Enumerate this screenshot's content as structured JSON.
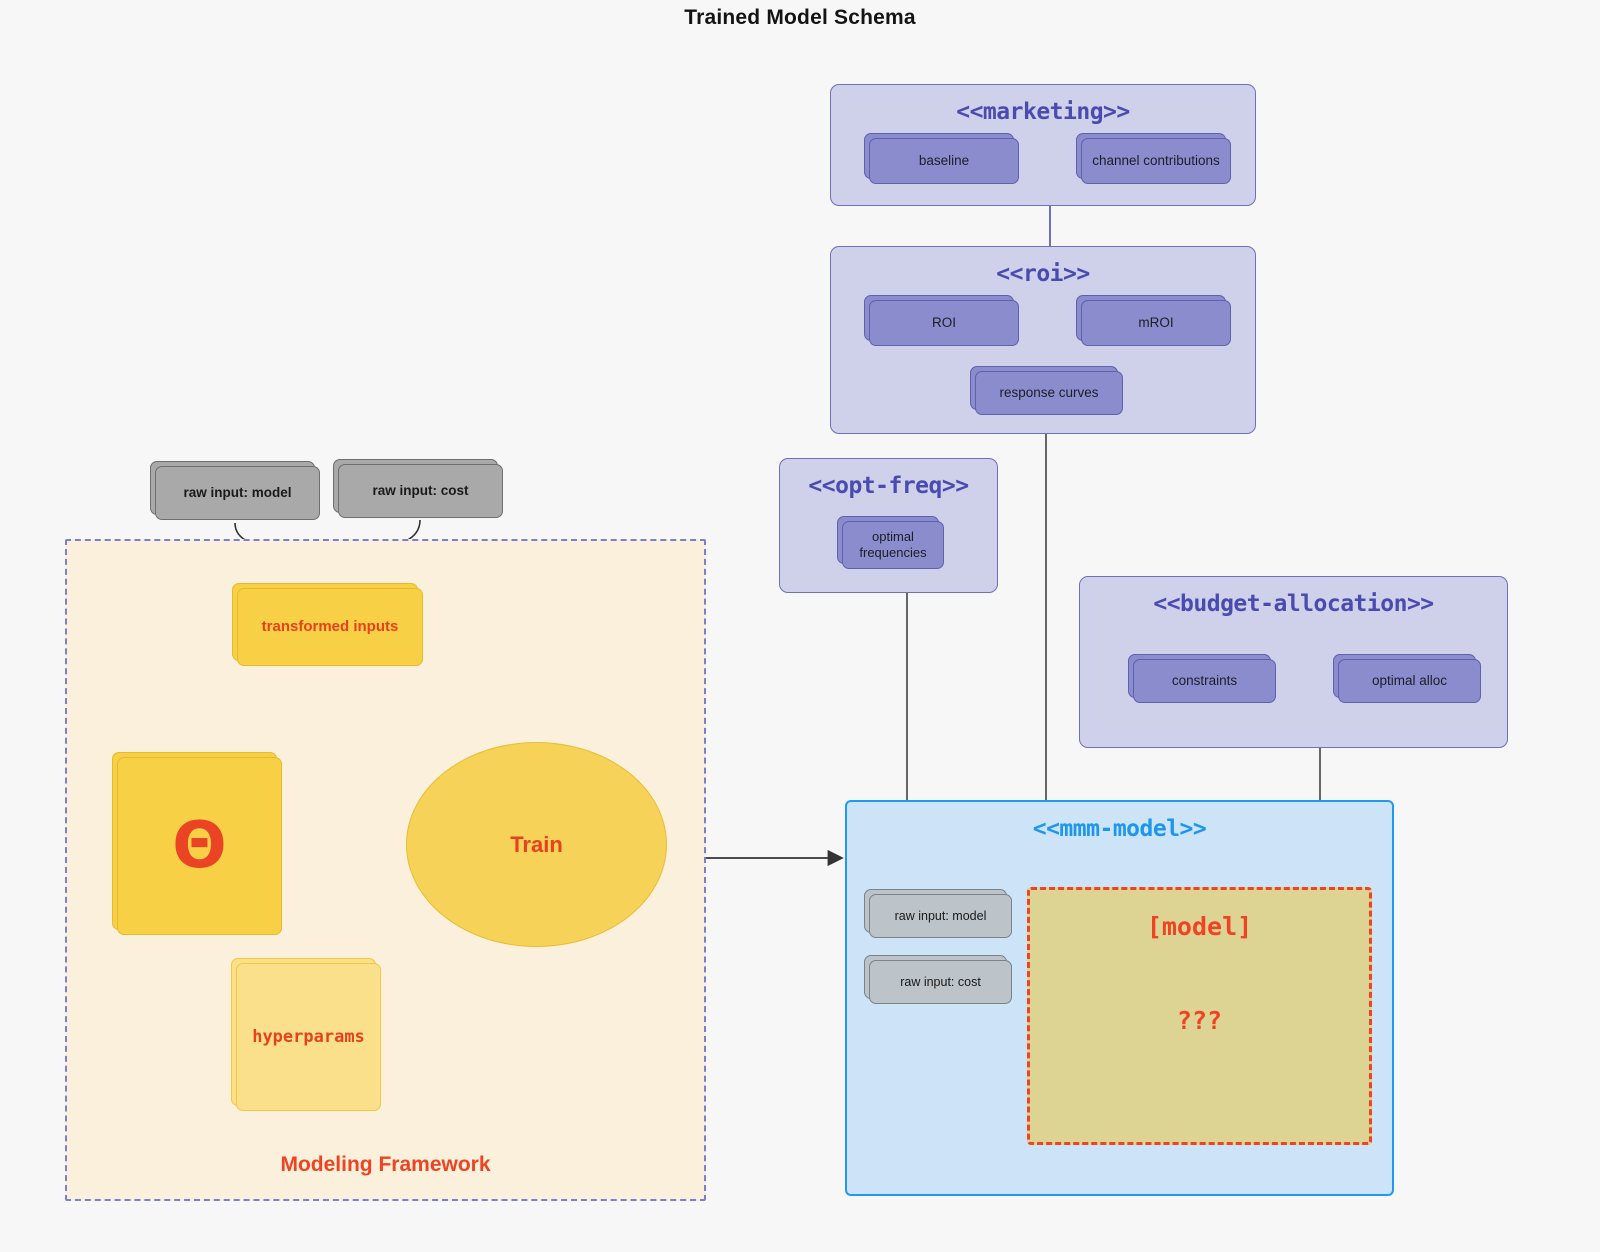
{
  "title": "Trained Model Schema",
  "packages": [
    {
      "id": "marketing",
      "stereotype": "<<marketing>>",
      "members": [
        {
          "label": "baseline"
        },
        {
          "label": "channel contributions"
        }
      ]
    },
    {
      "id": "roi",
      "stereotype": "<<roi>>",
      "members": [
        {
          "label": "ROI"
        },
        {
          "label": "mROI"
        },
        {
          "label": "response curves"
        }
      ]
    },
    {
      "id": "opt-freq",
      "stereotype": "<<opt-freq>>",
      "members": [
        {
          "label": "optimal\nfrequencies",
          "line1": "optimal",
          "line2": "frequencies"
        }
      ]
    },
    {
      "id": "budget-allocation",
      "stereotype": "<<budget-allocation>>",
      "members": [
        {
          "label": "constraints"
        },
        {
          "label": "optimal alloc"
        }
      ]
    },
    {
      "id": "mmm-model",
      "stereotype": "<<mmm-model>>",
      "members": [
        {
          "label": "raw input: model"
        },
        {
          "label": "raw input: cost"
        }
      ],
      "model_region": {
        "primary": "[model]",
        "secondary": "???"
      }
    }
  ],
  "framework": {
    "label": "Modeling Framework",
    "raw_inputs": [
      {
        "label": "raw input: model"
      },
      {
        "label": "raw input: cost"
      }
    ],
    "transformed_inputs": {
      "label": "transformed inputs"
    },
    "theta": {
      "label": "Θ"
    },
    "hyperparams": {
      "label": "hyperparams"
    },
    "train": {
      "label": "Train"
    }
  },
  "colors": {
    "background": "#f7f7f7",
    "package_fill": "#cfd0ea",
    "package_border": "#6f70b8",
    "package_title": "#4a4bb0",
    "member_fill": "#8a8ccd",
    "member_border": "#5f60ae",
    "gray_fill": "#a9a9a9",
    "gray_border": "#6f6f6f",
    "yellow_fill": "#f7d046",
    "yellow_border": "#e8b92b",
    "yellow_light_fill": "#fae08a",
    "accent_red": "#ef4323",
    "blue_pkg_fill": "#cde3f7",
    "blue_pkg_border": "#1e9bf0",
    "framework_fill": "#faf0dc",
    "framework_border": "#7b7fd4",
    "model_region_fill": "#ddd493",
    "edge_gray": "#555555"
  }
}
